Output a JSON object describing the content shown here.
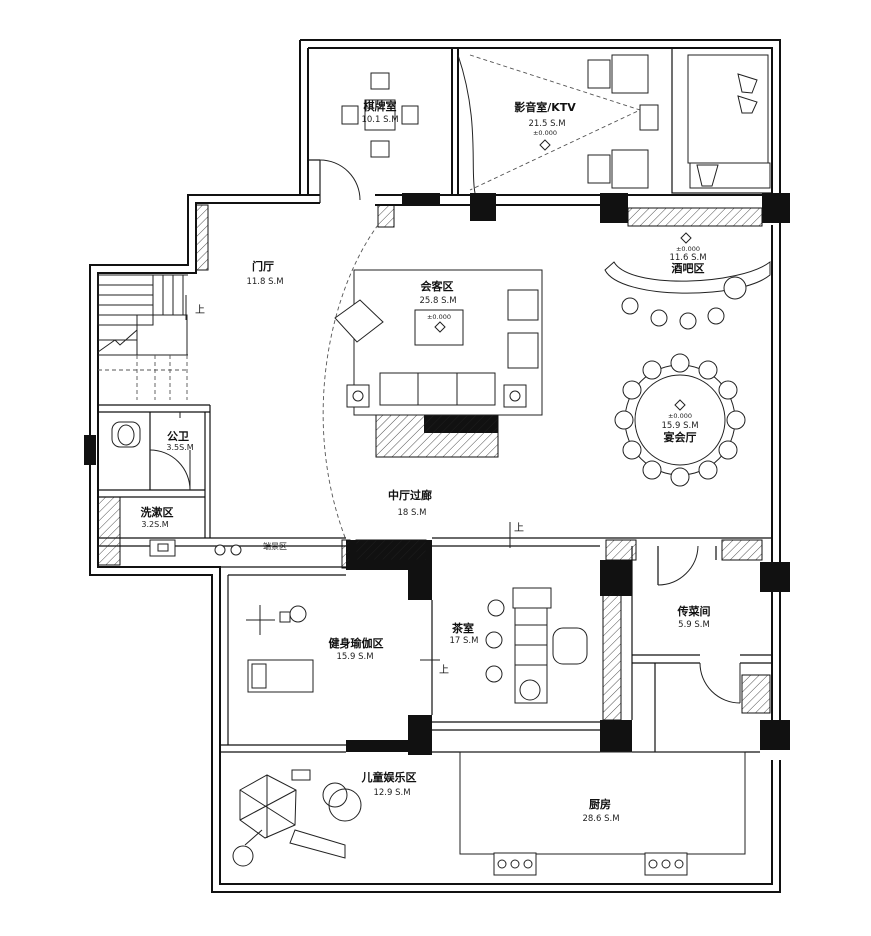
{
  "rooms": {
    "chess": {
      "name": "棋牌室",
      "area": "10.1  S.M"
    },
    "ktv": {
      "name": "影音室/KTV",
      "area": "21.5  S.M",
      "elev": "±0.000"
    },
    "bar": {
      "name": "酒吧区",
      "area": "11.6  S.M",
      "elev": "±0.000"
    },
    "foyer": {
      "name": "门厅",
      "area": "11.8  S.M"
    },
    "lounge": {
      "name": "会客区",
      "area": "25.8  S.M",
      "elev": "±0.000"
    },
    "banquet": {
      "name": "宴会厅",
      "area": "15.9  S.M",
      "elev": "±0.000"
    },
    "wc": {
      "name": "公卫",
      "area": "3.5S.M"
    },
    "wash": {
      "name": "洗漱区",
      "area": "3.2S.M"
    },
    "corridor": {
      "name": "中厅过廊",
      "area": "18  S.M"
    },
    "scenery": {
      "name": "端景区"
    },
    "gym": {
      "name": "健身瑜伽区",
      "area": "15.9  S.M"
    },
    "tea": {
      "name": "茶室",
      "area": "17  S.M"
    },
    "serving": {
      "name": "传菜间",
      "area": "5.9  S.M"
    },
    "kids": {
      "name": "儿童娱乐区",
      "area": "12.9  S.M"
    },
    "kitchen": {
      "name": "厨房",
      "area": "28.6  S.M"
    }
  },
  "markers": {
    "up": "上"
  }
}
